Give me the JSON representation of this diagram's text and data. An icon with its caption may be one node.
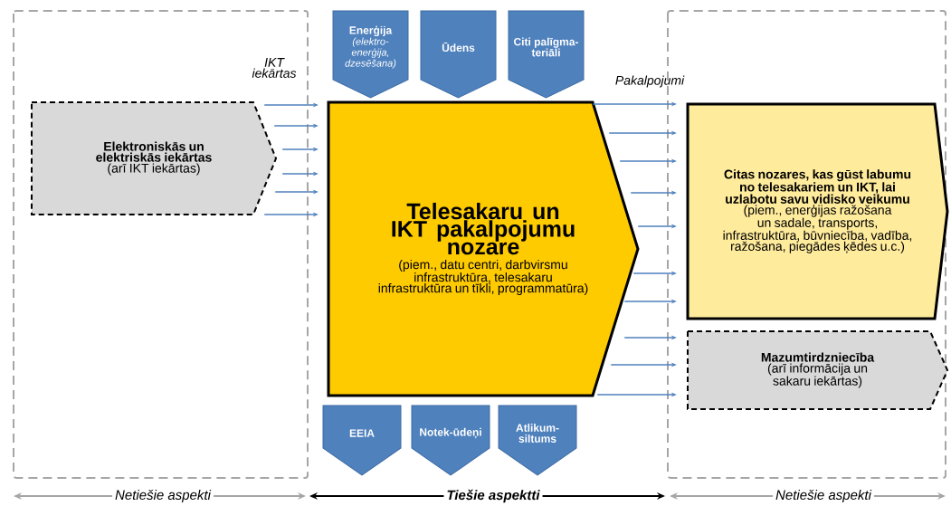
{
  "diagram": {
    "nodes": [
      {
        "text": [
          "Elektroniskās un elektriskās iekārtas",
          "(arī IKT iekārtas)"
        ]
      },
      {
        "text": [
          "Enerģija",
          "(elektro-enerģija, dzesēšana)"
        ]
      },
      {
        "text": [
          "Ūdens"
        ]
      },
      {
        "text": [
          "Citi palīgma-teriāli"
        ]
      },
      {
        "text": [
          "Telesakaru un IKT pakalpojumu nozare",
          "(piem., datu centri, darbvirsmu infrastruktūra, telesakaru infrastruktūra un tīkli, programmatūra)"
        ]
      },
      {
        "text": [
          "Citas nozares, kas gūst labumu no telesakariem un IKT, lai uzlabotu savu vidisko veikumu",
          "(piem., enerģijas ražošana un sadale, transports, infrastruktūra, būvniecība, vadība, ražošana, piegādes ķēdes u.c.)"
        ]
      },
      {
        "text": [
          "Mazumtirdzniecība",
          "(arī informācija un sakaru iekārtas)"
        ]
      },
      {
        "text": [
          "EEIA"
        ]
      },
      {
        "text": [
          "Notek-ūdeņi"
        ]
      },
      {
        "text": [
          "Atlikum-siltums"
        ]
      }
    ],
    "edges": [
      {
        "from": 0,
        "to": 4,
        "arrow": "to"
      },
      {
        "from": 0,
        "to": 4,
        "arrow": "to"
      },
      {
        "from": 0,
        "to": 4,
        "arrow": "to"
      },
      {
        "from": 0,
        "to": 4,
        "arrow": "to"
      },
      {
        "from": 0,
        "to": 4,
        "arrow": "to"
      },
      {
        "from": 0,
        "to": 4,
        "arrow": "to"
      },
      {
        "from": 4,
        "to": 5,
        "arrow": "to"
      },
      {
        "from": 4,
        "to": 5,
        "arrow": "to"
      },
      {
        "from": 4,
        "to": 5,
        "arrow": "to"
      },
      {
        "from": 4,
        "to": 5,
        "arrow": "to"
      },
      {
        "from": 4,
        "to": 5,
        "arrow": "to"
      },
      {
        "from": 4,
        "to": 5,
        "arrow": "to"
      },
      {
        "from": 4,
        "to": 5,
        "arrow": "to"
      },
      {
        "from": 4,
        "to": 6,
        "arrow": "to"
      },
      {
        "from": 4,
        "to": 6,
        "arrow": "to"
      },
      {
        "from": 4,
        "to": 6,
        "arrow": "to"
      }
    ],
    "labels": [
      "IKT iekārtas",
      "Pakalpojumi",
      "Netiešie aspekti",
      "Tiešie aspektti",
      "Netiešie aspekti"
    ]
  }
}
